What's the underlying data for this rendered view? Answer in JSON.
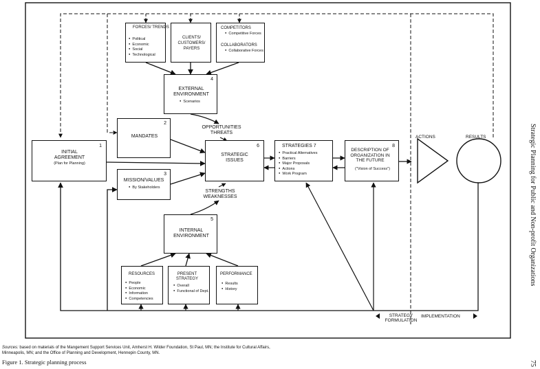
{
  "boxes": {
    "initial": {
      "title": "INITIAL AGREEMENT",
      "sub": "(Plan for Planning)",
      "num": "1"
    },
    "mandates": {
      "title": "MANDATES",
      "num": "2"
    },
    "mission": {
      "title": "MISSION/VALUES",
      "bullets": [
        "By Stakeholders"
      ],
      "num": "3"
    },
    "external": {
      "title": "EXTERNAL ENVIRONMENT",
      "bullets": [
        "Scenarios"
      ],
      "num": "4"
    },
    "internal": {
      "title": "INTERNAL ENVIRONMENT",
      "num": "5"
    },
    "issues": {
      "title": "STRATEGIC ISSUES",
      "num": "6"
    },
    "strategies": {
      "title": "STRATEGIES",
      "num": "7",
      "bullets": [
        "Practical Alternatives",
        "Barriers",
        "Major Proposals",
        "Actions",
        "Work Program"
      ]
    },
    "future": {
      "title": "DESCRIPTION OF ORGANIZATION IN THE FUTURE",
      "sub": "(\"Vision of Success\")",
      "num": "8"
    },
    "forces": {
      "title": "FORCES/ TRENDS",
      "bullets": [
        "Political",
        "Economic",
        "Social",
        "Technological"
      ]
    },
    "clients": {
      "title": "CLIENTS/ CUSTOMERS/ PAYERS"
    },
    "competitors": {
      "title": "COMPETITORS",
      "bullets": [
        "Competitive Forces"
      ],
      "title2": "COLLABORATORS",
      "bullets2": [
        "Collaborative Forces"
      ]
    },
    "resources": {
      "title": "RESOURCES",
      "bullets": [
        "People",
        "Economic",
        "Information",
        "Competencies"
      ]
    },
    "present": {
      "title": "PRESENT STRATEGY",
      "bullets": [
        "Overall",
        "Functional of Dept."
      ]
    },
    "performance": {
      "title": "PERFORMANCE",
      "bullets": [
        "Results",
        "History"
      ]
    }
  },
  "labels": {
    "opportunities": "OPPORTUNITIES",
    "threats": "THREATS",
    "strengths": "STRENGTHS",
    "weaknesses": "WEAKNESSES",
    "actions": "ACTIONS",
    "results": "RESULTS",
    "strategy_formulation": "STRATEGY FORMULATION",
    "implementation": "IMPLEMENTATION"
  },
  "side_text": "Strategic Planning for Public and Non-profit Organizations",
  "page_number": "75",
  "sources_prefix": "Sources:",
  "sources_line1": " based on materials of the Mangement Support Services Unit, Amherst H. Wilder Foundation, St Paul, MN; the Institute for Cultural Affairs,",
  "sources_line2": "Minneapolis, MN; and the Office of Planning and Development, Hennepin County, MN.",
  "caption": "Figure 1. Strategic planning process"
}
